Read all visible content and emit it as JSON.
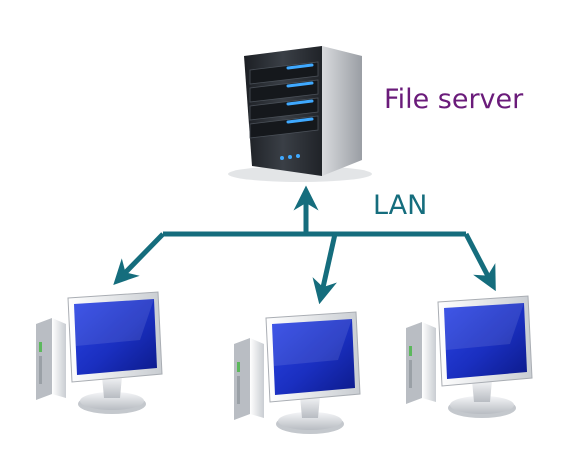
{
  "diagram": {
    "server": {
      "label": "File server",
      "label_color": "#6a1b7a"
    },
    "network": {
      "label": "LAN",
      "color": "#156d7d"
    },
    "clients": [
      {
        "name": "workstation-left"
      },
      {
        "name": "workstation-center"
      },
      {
        "name": "workstation-right"
      }
    ],
    "colors": {
      "screen": "#1a2fc0",
      "case": "#e9ebee",
      "server_body": "#2b2f35",
      "server_led": "#3fa9ff"
    },
    "icons": [
      "server-icon",
      "computer-icon"
    ]
  }
}
